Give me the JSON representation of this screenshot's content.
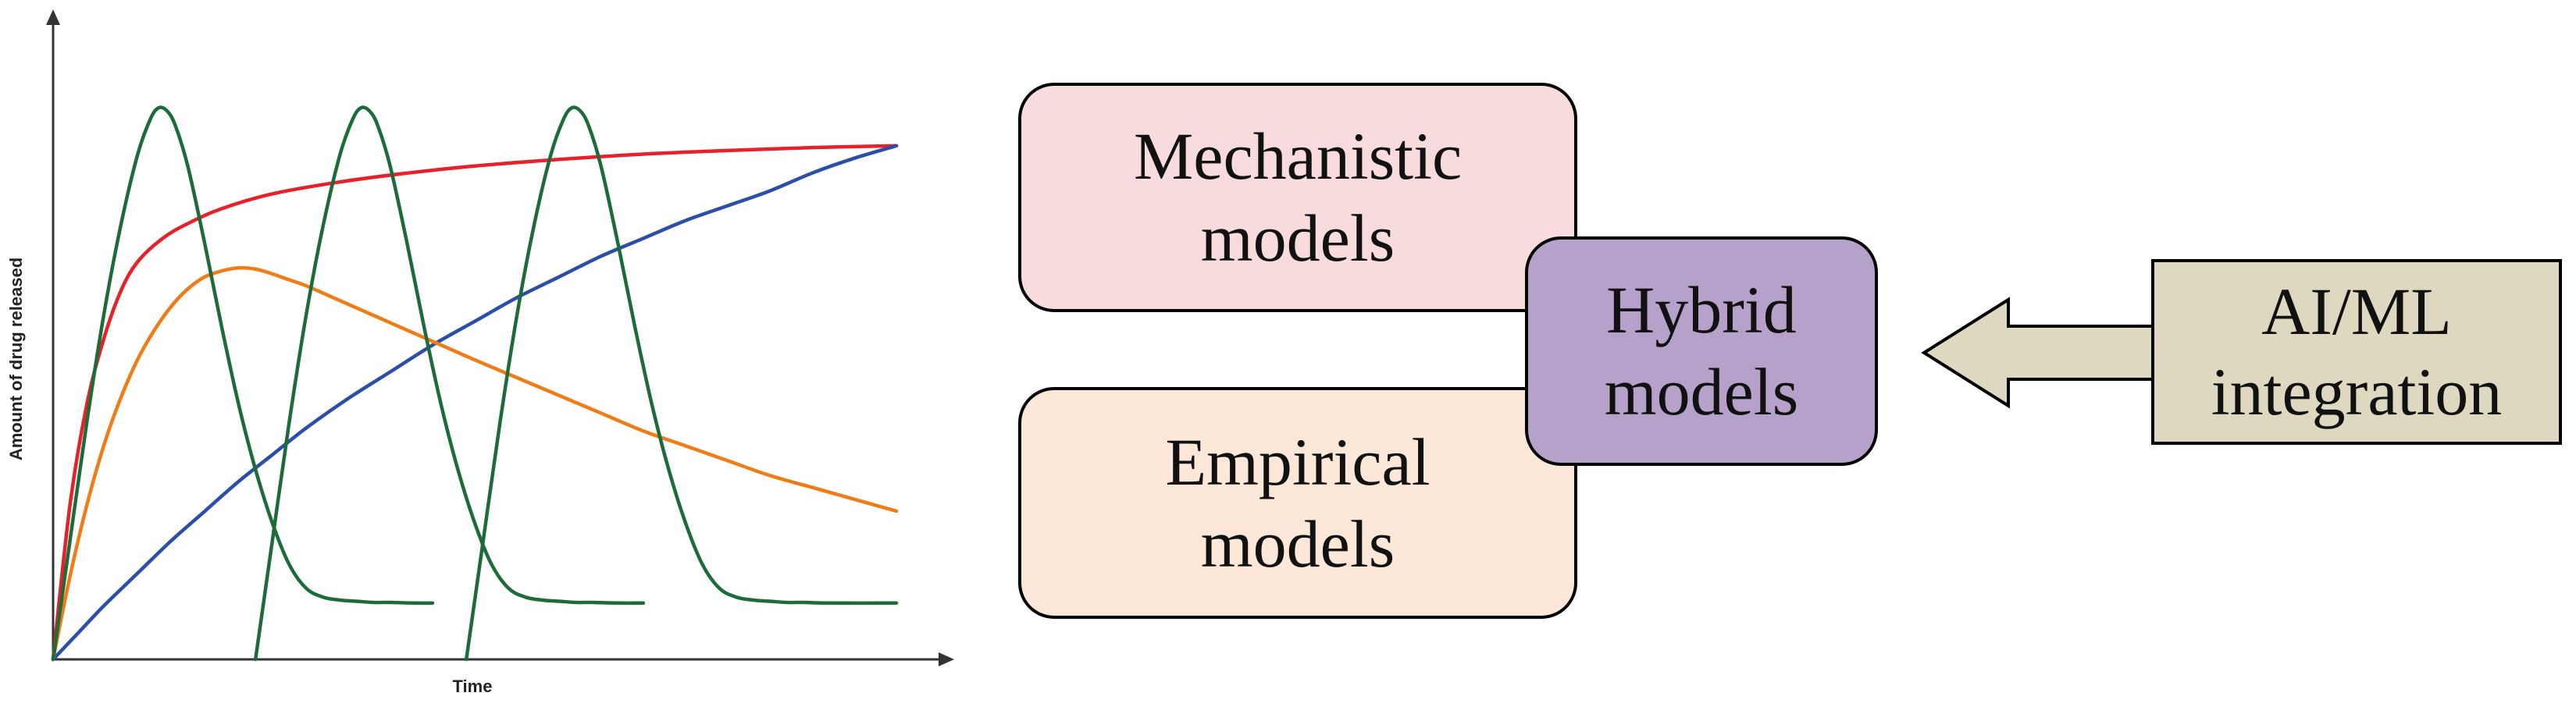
{
  "chart_data": {
    "type": "line",
    "title": "",
    "xlabel": "Time",
    "ylabel": "Amount of drug released",
    "xlim": [
      0,
      100
    ],
    "ylim": [
      0,
      100
    ],
    "grid": false,
    "legend": "none",
    "series": [
      {
        "color": "#e8202a",
        "points": [
          [
            0,
            0
          ],
          [
            2,
            26
          ],
          [
            4,
            43
          ],
          [
            6,
            54
          ],
          [
            8,
            62
          ],
          [
            10,
            67
          ],
          [
            13,
            71
          ],
          [
            16,
            73.5
          ],
          [
            20,
            76
          ],
          [
            26,
            78.5
          ],
          [
            34,
            80.5
          ],
          [
            42,
            82
          ],
          [
            50,
            83.2
          ],
          [
            60,
            84.3
          ],
          [
            70,
            85.2
          ],
          [
            80,
            85.8
          ],
          [
            90,
            86.3
          ],
          [
            100,
            86.6
          ]
        ]
      },
      {
        "color": "#2b4ea8",
        "points": [
          [
            0,
            0
          ],
          [
            3,
            4.5
          ],
          [
            6,
            9
          ],
          [
            10,
            14.5
          ],
          [
            14,
            20
          ],
          [
            18,
            25
          ],
          [
            22,
            30
          ],
          [
            26,
            34.5
          ],
          [
            30,
            39
          ],
          [
            35,
            44
          ],
          [
            40,
            48.5
          ],
          [
            45,
            53
          ],
          [
            50,
            57
          ],
          [
            55,
            61
          ],
          [
            60,
            64.5
          ],
          [
            65,
            68
          ],
          [
            70,
            71
          ],
          [
            75,
            74
          ],
          [
            80,
            76.5
          ],
          [
            85,
            79
          ],
          [
            90,
            82
          ],
          [
            95,
            84.5
          ],
          [
            100,
            86.6
          ]
        ]
      },
      {
        "color": "#f07c18",
        "points": [
          [
            0,
            0
          ],
          [
            2,
            14
          ],
          [
            4,
            26
          ],
          [
            6,
            36
          ],
          [
            8,
            44
          ],
          [
            10,
            50.5
          ],
          [
            12,
            55.5
          ],
          [
            14,
            59.5
          ],
          [
            16,
            62.5
          ],
          [
            18,
            64.5
          ],
          [
            20,
            65.5
          ],
          [
            22,
            66
          ],
          [
            24,
            65.8
          ],
          [
            26,
            65
          ],
          [
            28,
            64
          ],
          [
            30,
            63
          ],
          [
            34,
            60.5
          ],
          [
            38,
            58
          ],
          [
            42,
            55.5
          ],
          [
            46,
            53
          ],
          [
            50,
            50.5
          ],
          [
            55,
            47.5
          ],
          [
            60,
            44.5
          ],
          [
            65,
            41.5
          ],
          [
            70,
            38.5
          ],
          [
            75,
            36
          ],
          [
            80,
            33.5
          ],
          [
            85,
            31
          ],
          [
            90,
            29
          ],
          [
            95,
            27
          ],
          [
            100,
            25
          ]
        ]
      },
      {
        "color": "#1e6b3a",
        "points": [
          [
            0,
            0
          ],
          [
            2,
            20
          ],
          [
            4,
            40
          ],
          [
            6,
            58
          ],
          [
            8,
            73
          ],
          [
            10,
            85
          ],
          [
            11.5,
            91
          ],
          [
            12.5,
            93
          ],
          [
            13.5,
            92.5
          ],
          [
            14.5,
            90
          ],
          [
            16,
            83
          ],
          [
            18,
            70
          ],
          [
            20,
            56
          ],
          [
            22,
            43
          ],
          [
            24,
            32
          ],
          [
            26,
            23
          ],
          [
            28,
            16
          ],
          [
            30,
            12
          ],
          [
            32,
            10.5
          ],
          [
            34,
            10
          ],
          [
            36,
            9.8
          ],
          [
            38,
            9.6
          ],
          [
            40,
            9.6
          ],
          [
            43,
            9.5
          ],
          [
            45,
            9.5
          ]
        ]
      },
      {
        "color": "#1e6b3a",
        "points": [
          [
            24,
            0
          ],
          [
            26,
            20
          ],
          [
            28,
            40
          ],
          [
            30,
            58
          ],
          [
            32,
            73
          ],
          [
            34,
            85
          ],
          [
            35.5,
            91
          ],
          [
            36.5,
            93
          ],
          [
            37.5,
            92.5
          ],
          [
            38.5,
            90
          ],
          [
            40,
            83
          ],
          [
            42,
            70
          ],
          [
            44,
            56
          ],
          [
            46,
            43
          ],
          [
            48,
            32
          ],
          [
            50,
            23
          ],
          [
            52,
            16
          ],
          [
            54,
            12
          ],
          [
            56,
            10.5
          ],
          [
            58,
            10
          ],
          [
            60,
            9.8
          ],
          [
            62,
            9.6
          ],
          [
            64,
            9.6
          ],
          [
            67,
            9.5
          ],
          [
            70,
            9.5
          ]
        ]
      },
      {
        "color": "#1e6b3a",
        "points": [
          [
            49,
            0
          ],
          [
            51,
            20
          ],
          [
            53,
            40
          ],
          [
            55,
            58
          ],
          [
            57,
            73
          ],
          [
            59,
            85
          ],
          [
            60.5,
            91
          ],
          [
            61.5,
            93
          ],
          [
            62.5,
            92.5
          ],
          [
            63.5,
            90
          ],
          [
            65,
            83
          ],
          [
            67,
            70
          ],
          [
            69,
            56
          ],
          [
            71,
            43
          ],
          [
            73,
            32
          ],
          [
            75,
            23
          ],
          [
            77,
            16
          ],
          [
            79,
            12
          ],
          [
            81,
            10.5
          ],
          [
            83,
            10
          ],
          [
            85,
            9.8
          ],
          [
            87,
            9.6
          ],
          [
            89,
            9.6
          ],
          [
            92,
            9.5
          ],
          [
            100,
            9.5
          ]
        ]
      }
    ]
  },
  "diagram": {
    "mechanistic": {
      "line1": "Mechanistic",
      "line2": "models",
      "fill": "#f8dcdd"
    },
    "empirical": {
      "line1": "Empirical",
      "line2": "models",
      "fill": "#fce7d8"
    },
    "hybrid": {
      "line1": "Hybrid",
      "line2": "models",
      "fill": "#b6a1cb"
    },
    "aiml": {
      "line1": "AI/ML",
      "line2": "integration",
      "fill": "#ded8c0"
    },
    "arrow": {
      "fill": "#ded8c0",
      "direction": "left"
    }
  }
}
